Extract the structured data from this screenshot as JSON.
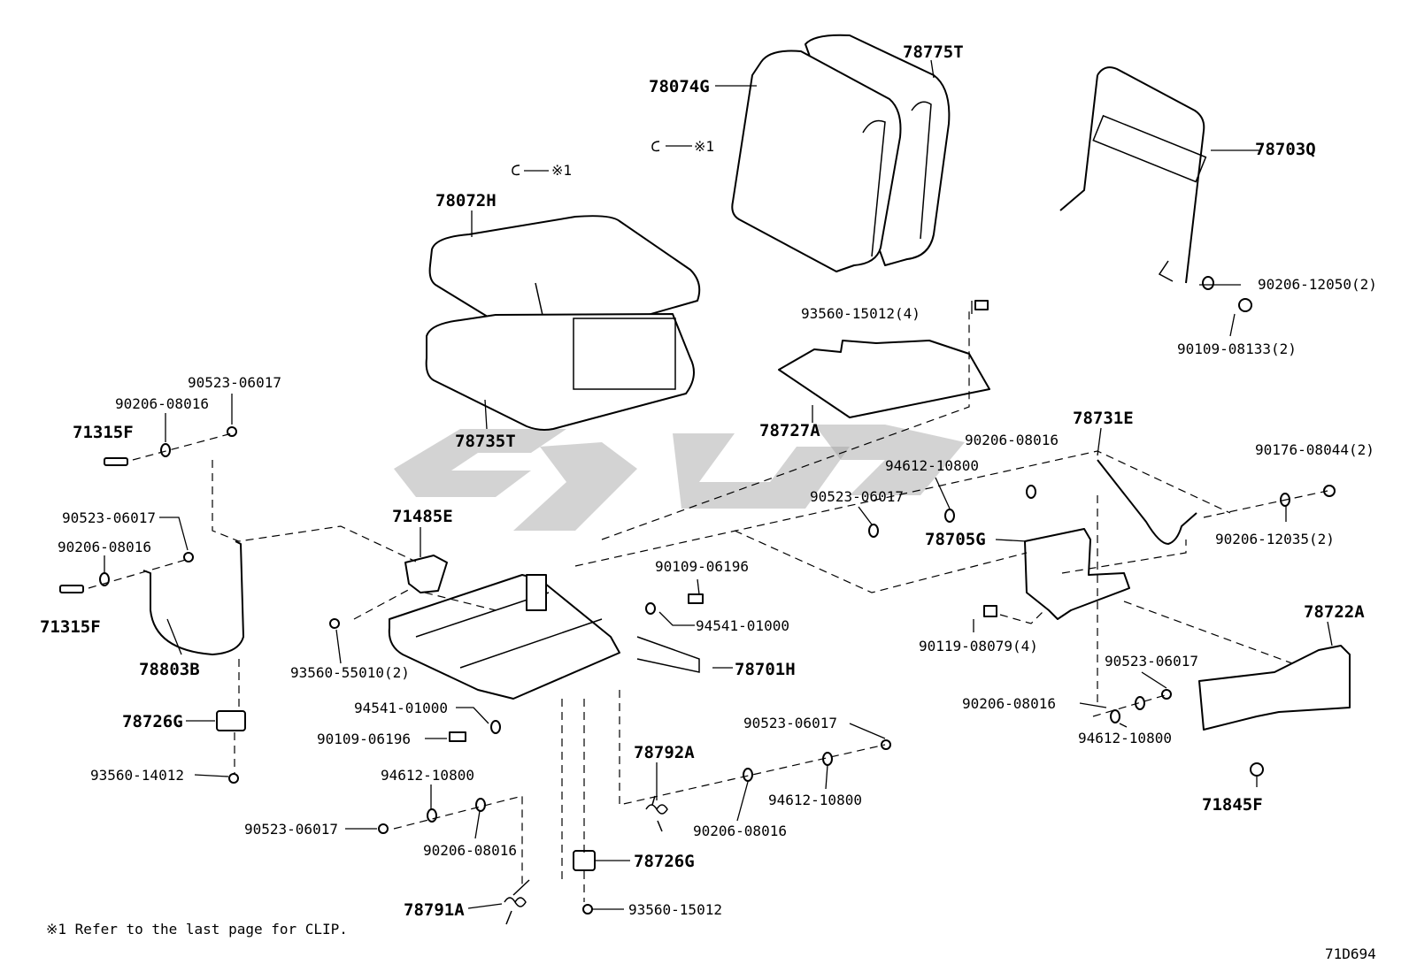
{
  "labels": [
    {
      "id": "78775T",
      "text": "78775T"
    },
    {
      "id": "78074G",
      "text": "78074G"
    },
    {
      "id": "clip1",
      "text": "※1"
    },
    {
      "id": "clip2",
      "text": "※1"
    },
    {
      "id": "78703Q",
      "text": "78703Q"
    },
    {
      "id": "78072H",
      "text": "78072H"
    },
    {
      "id": "90206-12050",
      "text": "90206-12050(2)"
    },
    {
      "id": "93560-15012-4",
      "text": "93560-15012(4)"
    },
    {
      "id": "90109-08133",
      "text": "90109-08133(2)"
    },
    {
      "id": "90523-06017-a",
      "text": "90523-06017"
    },
    {
      "id": "90206-08016-a",
      "text": "90206-08016"
    },
    {
      "id": "71315F-a",
      "text": "71315F"
    },
    {
      "id": "78735T",
      "text": "78735T"
    },
    {
      "id": "78727A",
      "text": "78727A"
    },
    {
      "id": "78731E",
      "text": "78731E"
    },
    {
      "id": "90206-08016-b",
      "text": "90206-08016"
    },
    {
      "id": "90176-08044",
      "text": "90176-08044(2)"
    },
    {
      "id": "94612-10800-a",
      "text": "94612-10800"
    },
    {
      "id": "90523-06017-b",
      "text": "90523-06017"
    },
    {
      "id": "71485E",
      "text": "71485E"
    },
    {
      "id": "90523-06017-c",
      "text": "90523-06017"
    },
    {
      "id": "78705G",
      "text": "78705G"
    },
    {
      "id": "90206-12035",
      "text": "90206-12035(2)"
    },
    {
      "id": "90206-08016-c",
      "text": "90206-08016"
    },
    {
      "id": "90109-06196-a",
      "text": "90109-06196"
    },
    {
      "id": "71315F-b",
      "text": "71315F"
    },
    {
      "id": "94541-01000-a",
      "text": "94541-01000"
    },
    {
      "id": "78722A",
      "text": "78722A"
    },
    {
      "id": "90119-08079",
      "text": "90119-08079(4)"
    },
    {
      "id": "78803B",
      "text": "78803B"
    },
    {
      "id": "93560-55010",
      "text": "93560-55010(2)"
    },
    {
      "id": "78701H",
      "text": "78701H"
    },
    {
      "id": "90523-06017-d",
      "text": "90523-06017"
    },
    {
      "id": "90206-08016-d",
      "text": "90206-08016"
    },
    {
      "id": "94541-01000-b",
      "text": "94541-01000"
    },
    {
      "id": "78726G-a",
      "text": "78726G"
    },
    {
      "id": "90109-06196-b",
      "text": "90109-06196"
    },
    {
      "id": "90523-06017-e",
      "text": "90523-06017"
    },
    {
      "id": "94612-10800-b",
      "text": "94612-10800"
    },
    {
      "id": "78792A",
      "text": "78792A"
    },
    {
      "id": "93560-14012",
      "text": "93560-14012"
    },
    {
      "id": "94612-10800-c",
      "text": "94612-10800"
    },
    {
      "id": "71845F",
      "text": "71845F"
    },
    {
      "id": "94612-10800-d",
      "text": "94612-10800"
    },
    {
      "id": "90523-06017-f",
      "text": "90523-06017"
    },
    {
      "id": "90206-08016-e",
      "text": "90206-08016"
    },
    {
      "id": "90206-08016-f",
      "text": "90206-08016"
    },
    {
      "id": "78726G-b",
      "text": "78726G"
    },
    {
      "id": "78791A",
      "text": "78791A"
    },
    {
      "id": "93560-15012",
      "text": "93560-15012"
    }
  ],
  "footnote": "※1  Refer to the last page for CLIP.",
  "diagram_code": "71D694"
}
